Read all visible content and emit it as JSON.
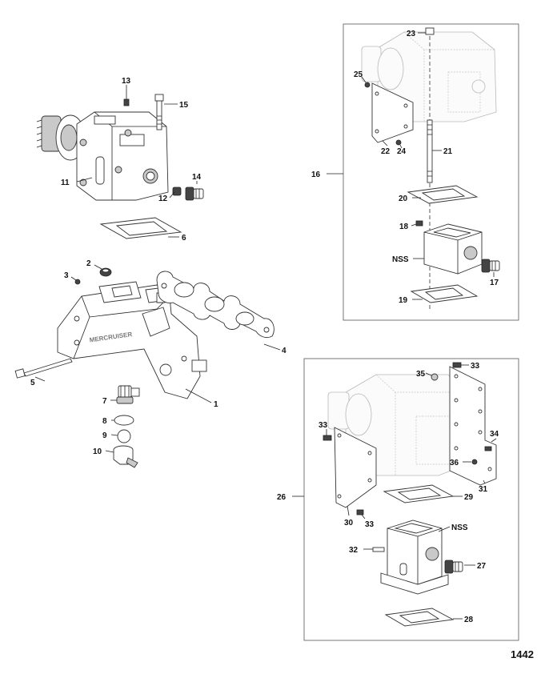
{
  "figure_number": "1442",
  "callouts": {
    "c1": "1",
    "c2": "2",
    "c3": "3",
    "c4": "4",
    "c5": "5",
    "c6": "6",
    "c7": "7",
    "c8": "8",
    "c9": "9",
    "c10": "10",
    "c11": "11",
    "c12": "12",
    "c13": "13",
    "c14": "14",
    "c15": "15",
    "c16": "16",
    "c17": "17",
    "c18": "18",
    "c19": "19",
    "c20": "20",
    "c21": "21",
    "c22": "22",
    "c23": "23",
    "c24": "24",
    "c25": "25",
    "c26": "26",
    "c27": "27",
    "c28": "28",
    "c29": "29",
    "c30": "30",
    "c31": "31",
    "c32": "32",
    "c33a": "33",
    "c33b": "33",
    "c33c": "33",
    "c34": "34",
    "c35": "35",
    "c36": "36",
    "nss_top": "NSS",
    "nss_bottom": "NSS"
  },
  "manifold_logo": "MERCRUISER"
}
